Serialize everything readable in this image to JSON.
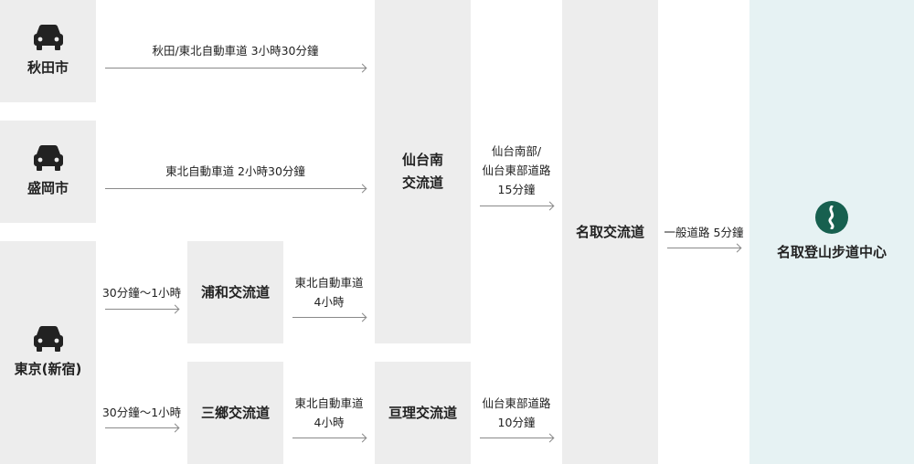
{
  "origins": {
    "akita": "秋田市",
    "morioka": "盛岡市",
    "tokyo": "東京(新宿)"
  },
  "routes": {
    "akita": "秋田/東北自動車道 3小時30分鐘",
    "morioka": "東北自動車道 2小時30分鐘",
    "tokyo_urawa": "30分鐘〜1小時",
    "tokyo_misato": "30分鐘〜1小時",
    "urawa_sendai": [
      "東北自動車道",
      "4小時"
    ],
    "misato_watari": [
      "東北自動車道",
      "4小時"
    ],
    "sendai_natori": [
      "仙台南部/",
      "仙台東部道路",
      "15分鐘"
    ],
    "watari_natori": [
      "仙台東部道路",
      "10分鐘"
    ],
    "natori_dest": "一般道路 5分鐘"
  },
  "interchanges": {
    "urawa": "浦和交流道",
    "misato": "三鄉交流道",
    "sendai_minami": [
      "仙台南",
      "交流道"
    ],
    "watari": "亘理交流道",
    "natori": "名取交流道"
  },
  "destination": "名取登山步道中心",
  "icons": {
    "origin": "car-icon",
    "destination": "logo-icon"
  },
  "colors": {
    "box": "#ededed",
    "destination_bg": "#e6f2f3",
    "logo": "#17604f",
    "arrow": "#8a8a8a"
  }
}
